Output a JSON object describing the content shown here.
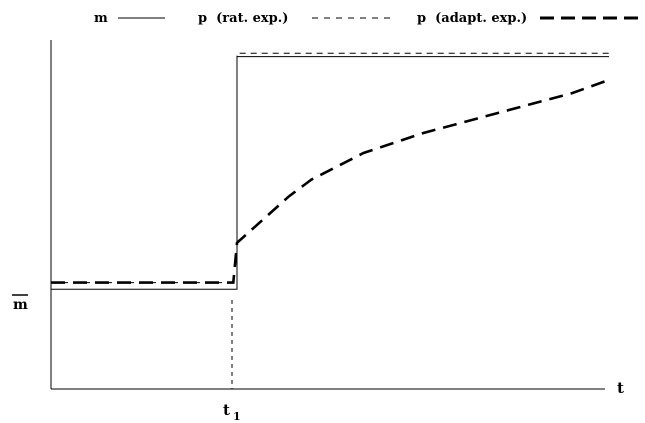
{
  "legend": {
    "items": [
      {
        "label": "m",
        "style": "solid"
      },
      {
        "label": "p  (rat. exp.)",
        "style": "short-dash"
      },
      {
        "label": "p  (adapt. exp.)",
        "style": "long-dash-thick"
      }
    ]
  },
  "axes": {
    "x_label": "t",
    "tick_label_main": "t",
    "tick_label_sub": "1",
    "y_level_label": "m"
  },
  "colors": {
    "line": "#000000",
    "background": "#ffffff"
  },
  "chart_data": {
    "type": "line",
    "title": "",
    "xlabel": "t",
    "ylabel": "",
    "x_ticks": [
      "t1"
    ],
    "y_ticks": [
      "m̄"
    ],
    "series": [
      {
        "name": "m",
        "style": "solid",
        "x": [
          0,
          2.5,
          2.5,
          7.5
        ],
        "y": [
          3,
          3,
          10,
          10
        ]
      },
      {
        "name": "p (rat. exp.)",
        "style": "dashed",
        "x": [
          0,
          2.5,
          2.5,
          7.5
        ],
        "y": [
          3.2,
          3.2,
          10.1,
          10.1
        ]
      },
      {
        "name": "p (adapt. exp.)",
        "style": "long-dash",
        "x": [
          0,
          2.45,
          2.5,
          3.2,
          3.5,
          4.2,
          5.0,
          6.0,
          7.0,
          7.5
        ],
        "y": [
          3.2,
          3.2,
          4.4,
          5.8,
          6.3,
          7.1,
          7.7,
          8.3,
          8.9,
          9.3
        ]
      }
    ],
    "xlim": [
      0,
      7.5
    ],
    "ylim": [
      0,
      10.5
    ],
    "legend_position": "top",
    "grid": false
  }
}
